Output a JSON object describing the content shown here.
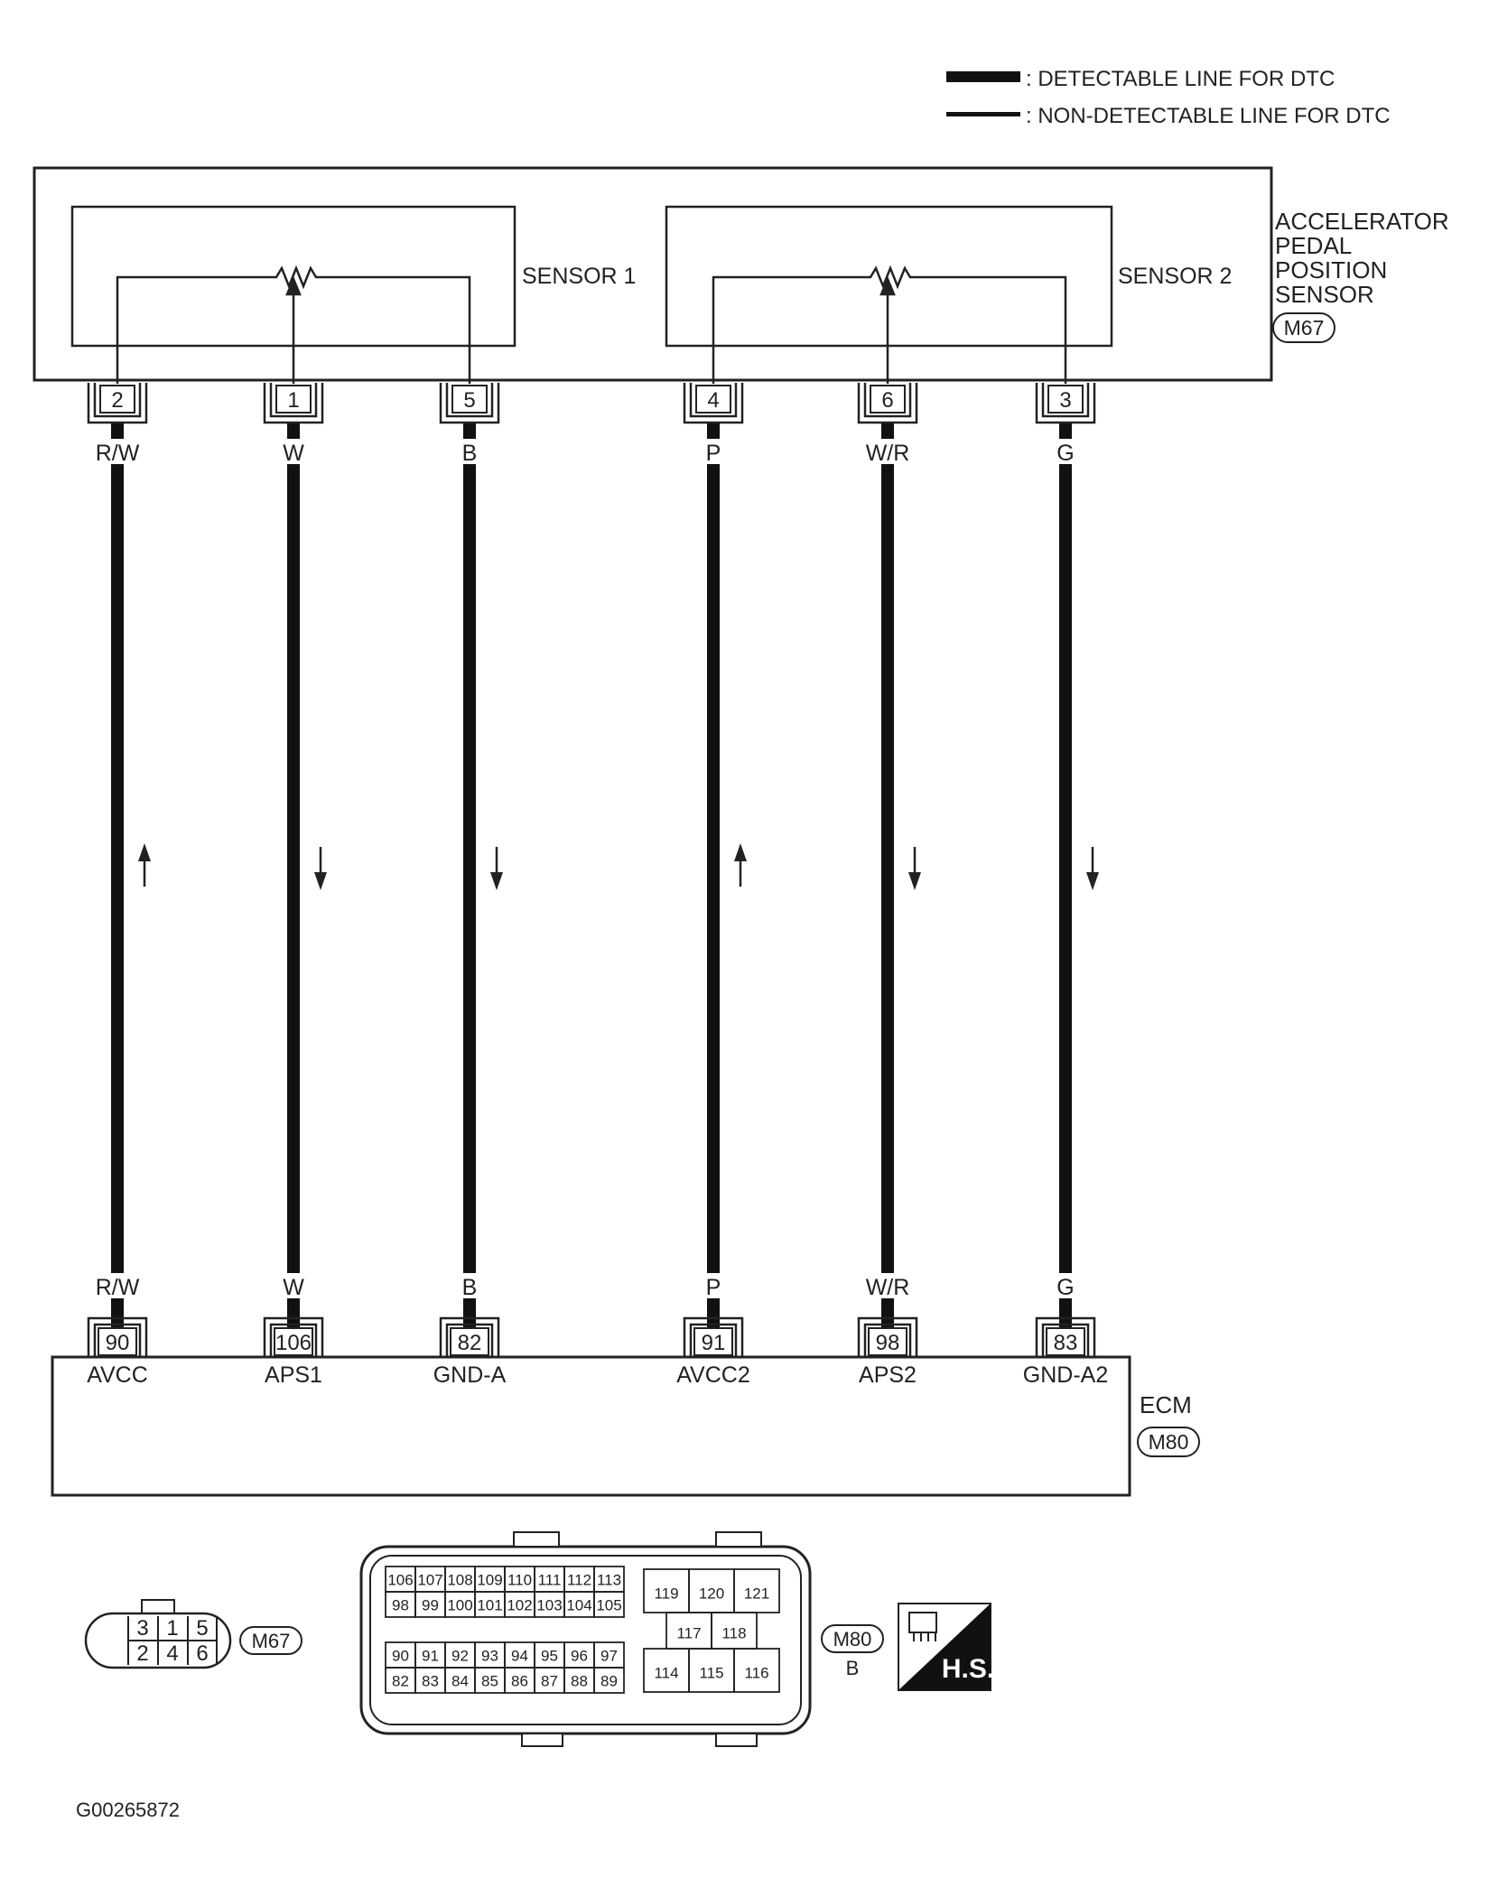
{
  "legend": {
    "detectable": ": DETECTABLE LINE FOR DTC",
    "non_detectable": ": NON-DETECTABLE LINE FOR DTC"
  },
  "sensor": {
    "title_lines": [
      "ACCELERATOR",
      "PEDAL",
      "POSITION",
      "SENSOR"
    ],
    "connector": "M67",
    "sub1": "SENSOR 1",
    "sub2": "SENSOR 2"
  },
  "wires": [
    {
      "sensor_pin": "2",
      "color": "R/W",
      "ecm_pin": "90",
      "ecm_label": "AVCC",
      "direction": "up"
    },
    {
      "sensor_pin": "1",
      "color": "W",
      "ecm_pin": "106",
      "ecm_label": "APS1",
      "direction": "down"
    },
    {
      "sensor_pin": "5",
      "color": "B",
      "ecm_pin": "82",
      "ecm_label": "GND-A",
      "direction": "down"
    },
    {
      "sensor_pin": "4",
      "color": "P",
      "ecm_pin": "91",
      "ecm_label": "AVCC2",
      "direction": "up"
    },
    {
      "sensor_pin": "6",
      "color": "W/R",
      "ecm_pin": "98",
      "ecm_label": "APS2",
      "direction": "down"
    },
    {
      "sensor_pin": "3",
      "color": "G",
      "ecm_pin": "83",
      "ecm_label": "GND-A2",
      "direction": "down"
    }
  ],
  "ecm": {
    "label": "ECM",
    "connector": "M80"
  },
  "m67_face": {
    "top": [
      "3",
      "1",
      "5"
    ],
    "bottom": [
      "2",
      "4",
      "6"
    ],
    "tag": "M67"
  },
  "m80_face": {
    "left_rows": [
      [
        "106",
        "107",
        "108",
        "109",
        "110",
        "111",
        "112",
        "113"
      ],
      [
        "98",
        "99",
        "100",
        "101",
        "102",
        "103",
        "104",
        "105"
      ],
      [
        "90",
        "91",
        "92",
        "93",
        "94",
        "95",
        "96",
        "97"
      ],
      [
        "82",
        "83",
        "84",
        "85",
        "86",
        "87",
        "88",
        "89"
      ]
    ],
    "right_top": [
      "119",
      "120",
      "121"
    ],
    "right_mid": [
      "117",
      "118"
    ],
    "right_bottom": [
      "114",
      "115",
      "116"
    ],
    "tag": "M80",
    "tag_sub": "B"
  },
  "hs_badge": "H.S.",
  "figure_code": "G00265872"
}
